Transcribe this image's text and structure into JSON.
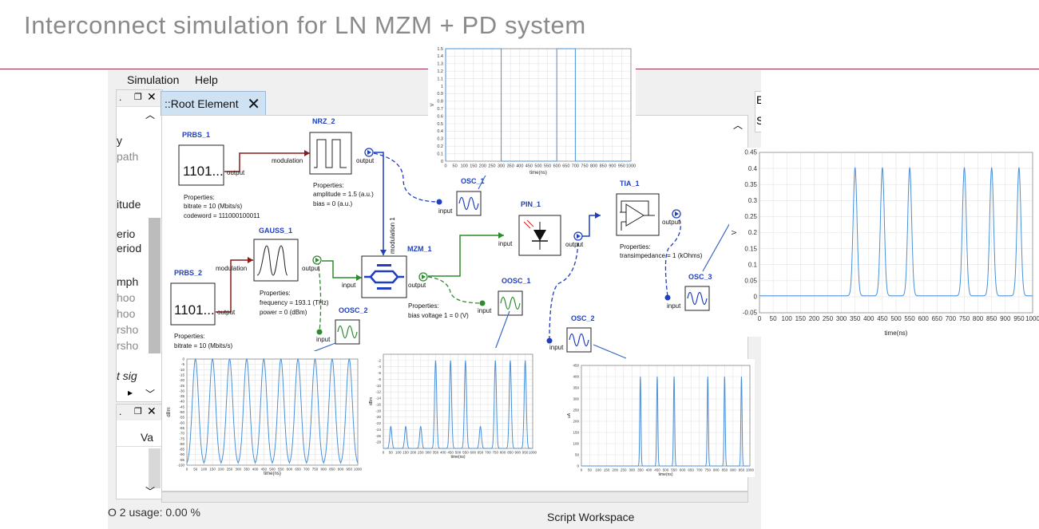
{
  "slide": {
    "title": "Interconnect simulation for LN MZM + PD system"
  },
  "menu": [
    "Simulation",
    "Help"
  ],
  "tab": {
    "label": "::Root Element",
    "close_glyph": "✕"
  },
  "left_panel": {
    "fragments": [
      "y",
      "path",
      "itude",
      "erio",
      "eriod",
      "mph",
      "hoo",
      "hoo",
      "rsho",
      "rsho",
      "t sig"
    ],
    "fragments2": [
      "Va"
    ]
  },
  "status_bar": {
    "text": "O 2 usage: 0.00 %",
    "script_workspace": "Script Workspace"
  },
  "right_fragments": [
    "E",
    "S"
  ],
  "blocks": {
    "prbs1": {
      "name": "PRBS_1",
      "glyph": "1101...",
      "port": "output",
      "props_title": "Properties:",
      "props": [
        "bitrate = 10 (Mbits/s)",
        "codeword = 111000100011"
      ]
    },
    "nrz2": {
      "name": "NRZ_2",
      "port_in": "modulation",
      "port_out": "output",
      "props_title": "Properties:",
      "props": [
        "amplitude = 1.5 (a.u.)",
        "bias = 0 (a.u.)"
      ]
    },
    "prbs2": {
      "name": "PRBS_2",
      "glyph": "1101...",
      "port": "output",
      "props_title": "Properties:",
      "props": [
        "bitrate = 10 (Mbits/s)"
      ]
    },
    "gauss1": {
      "name": "GAUSS_1",
      "port_in": "modulation",
      "port_out": "output",
      "props_title": "Properties:",
      "props": [
        "frequency = 193.1 (THz)",
        "power = 0 (dBm)"
      ]
    },
    "mzm1": {
      "name": "MZM_1",
      "port_in": "input",
      "port_out": "output",
      "port_mod": "modulation 1",
      "props_title": "Properties:",
      "props": [
        "bias voltage 1 = 0 (V)"
      ]
    },
    "pin1": {
      "name": "PIN_1",
      "port_in": "input",
      "port_out": "output"
    },
    "tia1": {
      "name": "TIA_1",
      "port_out": "output",
      "props_title": "Properties:",
      "props": [
        "transimpedance = 1 (kOhms)"
      ]
    },
    "osc1": {
      "name": "OSC_1",
      "port": "input"
    },
    "oosc1": {
      "name": "OOSC_1",
      "port": "input"
    },
    "oosc2": {
      "name": "OOSC_2",
      "port": "input"
    },
    "osc2": {
      "name": "OSC_2",
      "port": "input"
    },
    "osc3": {
      "name": "OSC_3",
      "port": "input"
    }
  },
  "colors": {
    "trace": "#4a90d9",
    "brand_rule": "#9a2946",
    "tab_active": "#cfe2f4",
    "wire_red": "#8b1a1a",
    "wire_blue": "#1f3fbf",
    "wire_green": "#2e8b2e"
  },
  "chart_data": [
    {
      "id": "nrz_scope",
      "type": "line",
      "xlabel": "time(ns)",
      "ylabel": "V",
      "xlim": [
        0,
        1000
      ],
      "ylim": [
        0,
        1.5
      ],
      "xticks": [
        0,
        50,
        100,
        150,
        200,
        250,
        300,
        350,
        400,
        450,
        500,
        550,
        600,
        650,
        700,
        750,
        800,
        850,
        900,
        950,
        1000
      ],
      "yticks": [
        0,
        0.1,
        0.2,
        0.3,
        0.4,
        0.5,
        0.6,
        0.7,
        0.8,
        0.9,
        1,
        1.1,
        1.2,
        1.3,
        1.4,
        1.5
      ],
      "x": [
        0,
        0,
        300,
        300,
        600,
        600,
        700,
        700,
        1000
      ],
      "y": [
        0,
        1.5,
        1.5,
        0,
        0,
        1.5,
        1.5,
        0,
        0
      ]
    },
    {
      "id": "tia_scope",
      "type": "line",
      "xlabel": "time(ns)",
      "ylabel": "V",
      "xlim": [
        0,
        1000
      ],
      "ylim": [
        -0.05,
        0.45
      ],
      "xticks": [
        0,
        50,
        100,
        150,
        200,
        250,
        300,
        350,
        400,
        450,
        500,
        550,
        600,
        650,
        700,
        750,
        800,
        850,
        900,
        950,
        1000
      ],
      "yticks": [
        -0.05,
        0,
        0.05,
        0.1,
        0.15,
        0.2,
        0.25,
        0.3,
        0.35,
        0.4,
        0.45
      ],
      "pulse_centers": [
        350,
        450,
        550,
        750,
        850,
        950
      ],
      "pulse_height": 0.4,
      "pulse_width": 10,
      "baseline": 0.003
    },
    {
      "id": "gauss_scope",
      "type": "line",
      "xlabel": "time(ns)",
      "ylabel": "dBm",
      "xlim": [
        0,
        1000
      ],
      "ylim": [
        -100,
        0
      ],
      "xticks": [
        0,
        50,
        100,
        150,
        200,
        250,
        300,
        350,
        400,
        450,
        500,
        550,
        600,
        650,
        700,
        750,
        800,
        850,
        900,
        950,
        1000
      ],
      "yticks": [
        0,
        -5,
        -10,
        -15,
        -20,
        -25,
        -30,
        -35,
        -40,
        -45,
        -50,
        -55,
        -60,
        -65,
        -70,
        -75,
        -80,
        -85,
        -90,
        -95,
        -100
      ],
      "pulse_centers": [
        50,
        150,
        250,
        350,
        450,
        550,
        650,
        750,
        850,
        950
      ],
      "pulse_peak": 0,
      "floor": -100
    },
    {
      "id": "mzm_scope",
      "type": "line",
      "xlabel": "time(ns)",
      "ylabel": "dBm",
      "xlim": [
        0,
        1000
      ],
      "ylim": [
        -30,
        0
      ],
      "xticks": [
        0,
        50,
        100,
        150,
        200,
        250,
        300,
        350,
        400,
        450,
        500,
        550,
        600,
        650,
        700,
        750,
        800,
        850,
        900,
        950,
        1000
      ],
      "yticks": [
        -2,
        -4,
        -6,
        -8,
        -10,
        -12,
        -14,
        -16,
        -18,
        -20,
        -22,
        -24,
        -26,
        -28
      ],
      "pulse_centers": [
        50,
        150,
        250,
        350,
        450,
        550,
        650,
        750,
        850,
        950
      ],
      "pulse_peaks": [
        -23,
        -23,
        -23,
        -2,
        -2,
        -2,
        -23,
        -2,
        -2,
        -2
      ],
      "floor": -30
    },
    {
      "id": "pin_scope",
      "type": "line",
      "xlabel": "time(ns)",
      "ylabel": "uA",
      "xlim": [
        0,
        1000
      ],
      "ylim": [
        0,
        450
      ],
      "xticks": [
        0,
        50,
        100,
        150,
        200,
        250,
        300,
        350,
        400,
        450,
        500,
        550,
        600,
        650,
        700,
        750,
        800,
        850,
        900,
        950,
        1000
      ],
      "yticks": [
        0,
        50,
        100,
        150,
        200,
        250,
        300,
        350,
        400,
        450
      ],
      "pulse_centers": [
        350,
        450,
        550,
        750,
        850,
        950
      ],
      "pulse_height": 400
    }
  ]
}
